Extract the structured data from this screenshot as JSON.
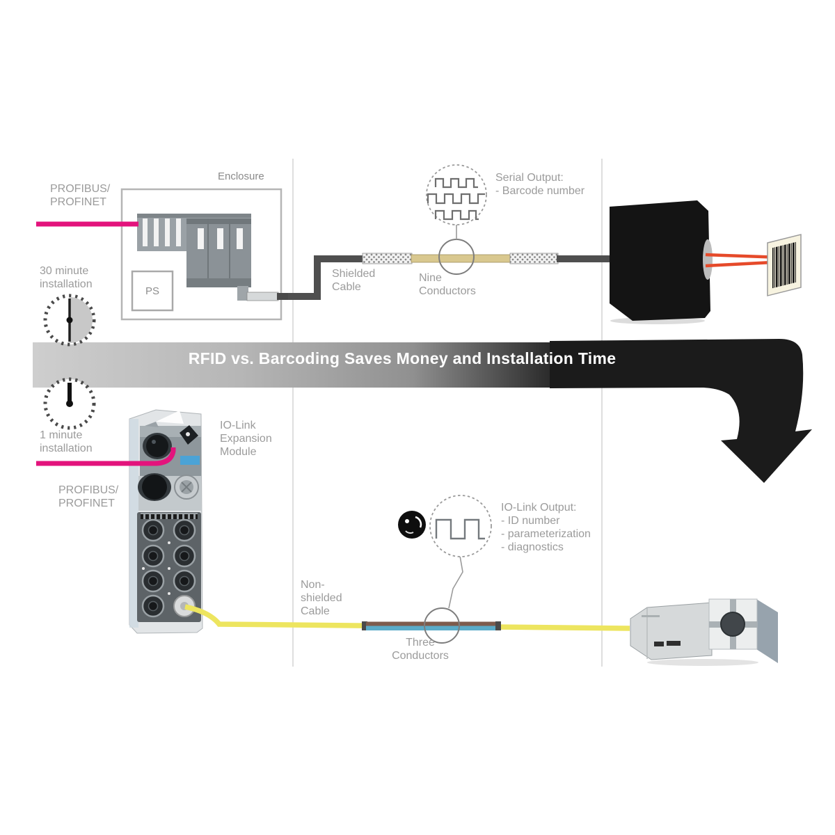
{
  "diagram": {
    "banner": "RFID vs. Barcoding Saves Money and Installation Time",
    "top_row": {
      "fieldbus": "PROFIBUS/\nPROFINET",
      "install_time": "30 minute\ninstallation",
      "enclosure": "Enclosure",
      "power_supply": "PS",
      "cable": "Shielded\nCable",
      "conductors": "Nine\nConductors",
      "output": "Serial Output:\n- Barcode number"
    },
    "bottom_row": {
      "install_time": "1 minute\ninstallation",
      "fieldbus": "PROFIBUS/\nPROFINET",
      "module": "IO-Link\nExpansion\nModule",
      "cable": "Non-\nshielded\nCable",
      "conductors": "Three\nConductors",
      "output": "IO-Link Output:\n- ID number\n- parameterization\n- diagnostics"
    },
    "colors": {
      "fieldbus_cable": "#e3137c",
      "iolink_cable": "#ede55f",
      "laser": "#e64a2a",
      "banner_dark": "#1b1b1b",
      "label_text": "#9b9b9b"
    }
  }
}
